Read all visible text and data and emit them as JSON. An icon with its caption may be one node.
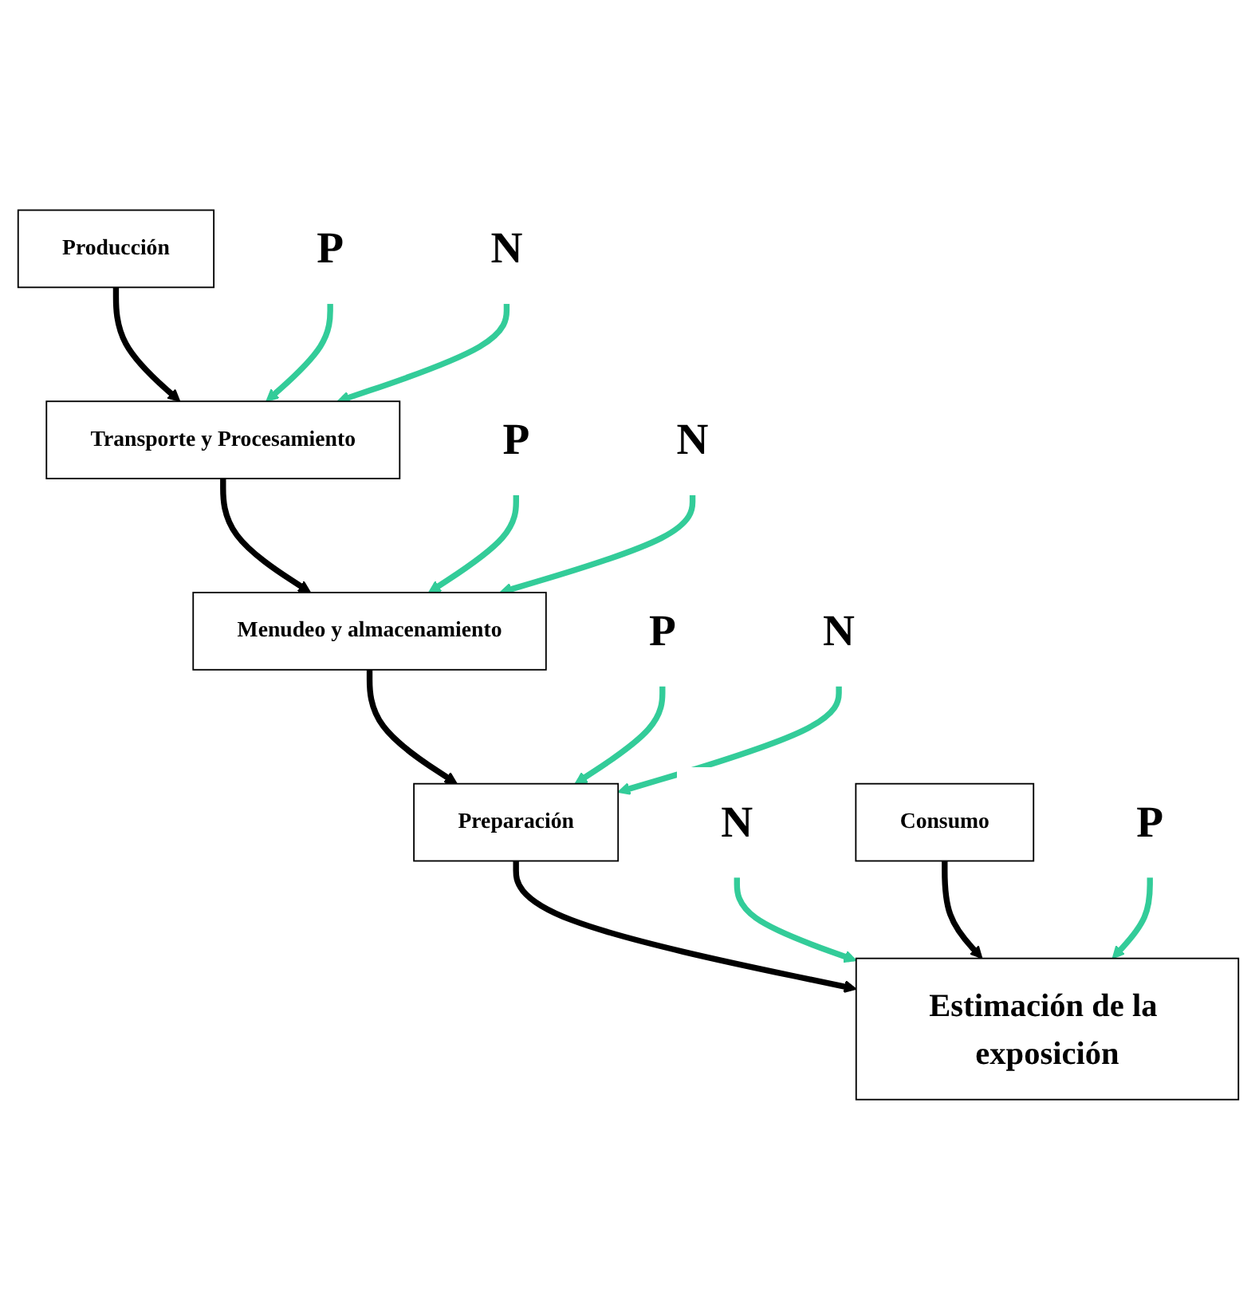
{
  "diagram": {
    "nodes": [
      {
        "text": [
          "Producción"
        ]
      },
      {
        "text": [
          "P"
        ]
      },
      {
        "text": [
          "N"
        ]
      },
      {
        "text": [
          "Transporte y Procesamiento"
        ]
      },
      {
        "text": [
          "P"
        ]
      },
      {
        "text": [
          "N"
        ]
      },
      {
        "text": [
          "Menudeo y almacenamiento"
        ]
      },
      {
        "text": [
          "P"
        ]
      },
      {
        "text": [
          "N"
        ]
      },
      {
        "text": [
          "Preparación"
        ]
      },
      {
        "text": [
          "N"
        ]
      },
      {
        "text": [
          "Consumo"
        ]
      },
      {
        "text": [
          "P"
        ]
      },
      {
        "text": [
          "Estimación de la exposición"
        ]
      }
    ],
    "edges": [
      {
        "from": 0,
        "to": 3,
        "arrow": "to",
        "color": "#000000"
      },
      {
        "from": 1,
        "to": 3,
        "arrow": "to"
      },
      {
        "from": 2,
        "to": 3,
        "arrow": "to"
      },
      {
        "from": 3,
        "to": 6,
        "arrow": "to",
        "color": "#000000"
      },
      {
        "from": 4,
        "to": 6,
        "arrow": "to"
      },
      {
        "from": 5,
        "to": 6,
        "arrow": "to"
      },
      {
        "from": 6,
        "to": 9,
        "arrow": "to",
        "color": "#000000"
      },
      {
        "from": 7,
        "to": 9,
        "arrow": "to"
      },
      {
        "from": 8,
        "to": 9,
        "arrow": "to"
      },
      {
        "from": 9,
        "to": 13,
        "arrow": "to",
        "color": "#000000"
      },
      {
        "from": 10,
        "to": 13,
        "arrow": "to"
      },
      {
        "from": 11,
        "to": 13,
        "arrow": "to",
        "color": "#000000"
      },
      {
        "from": 12,
        "to": 13,
        "arrow": "to"
      }
    ]
  }
}
